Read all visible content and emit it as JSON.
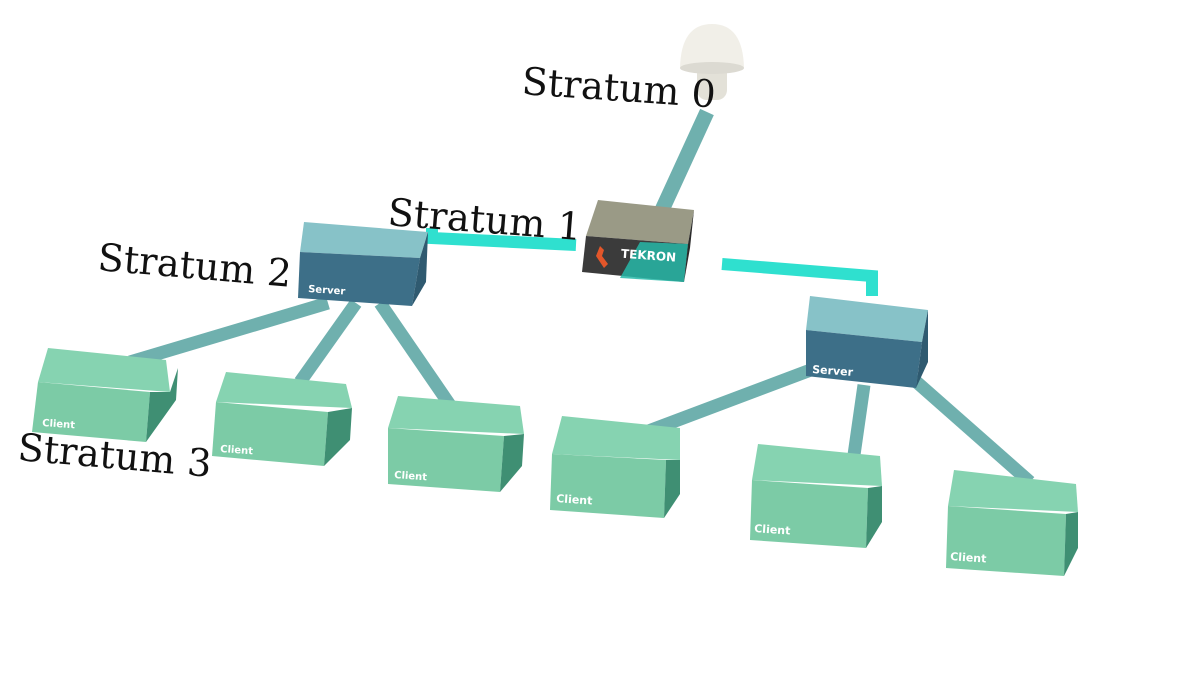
{
  "labels": {
    "stratum0": "Stratum 0",
    "stratum1": "Stratum 1",
    "stratum2": "Stratum 2",
    "stratum3": "Stratum 3"
  },
  "devices": {
    "primary_brand": "TEKRON",
    "server_label": "Server",
    "client_label": "Client"
  },
  "colors": {
    "client_face": "#7fceaa",
    "client_side": "#3f8f73",
    "server_top": "#87c2c8",
    "server_face": "#3d6f88",
    "link": "#6fb0ae",
    "primary_link": "#2fe0cf",
    "tekron_top": "#9a9a86",
    "tekron_face": "#3b3b3b",
    "antenna": "#eeece4"
  }
}
